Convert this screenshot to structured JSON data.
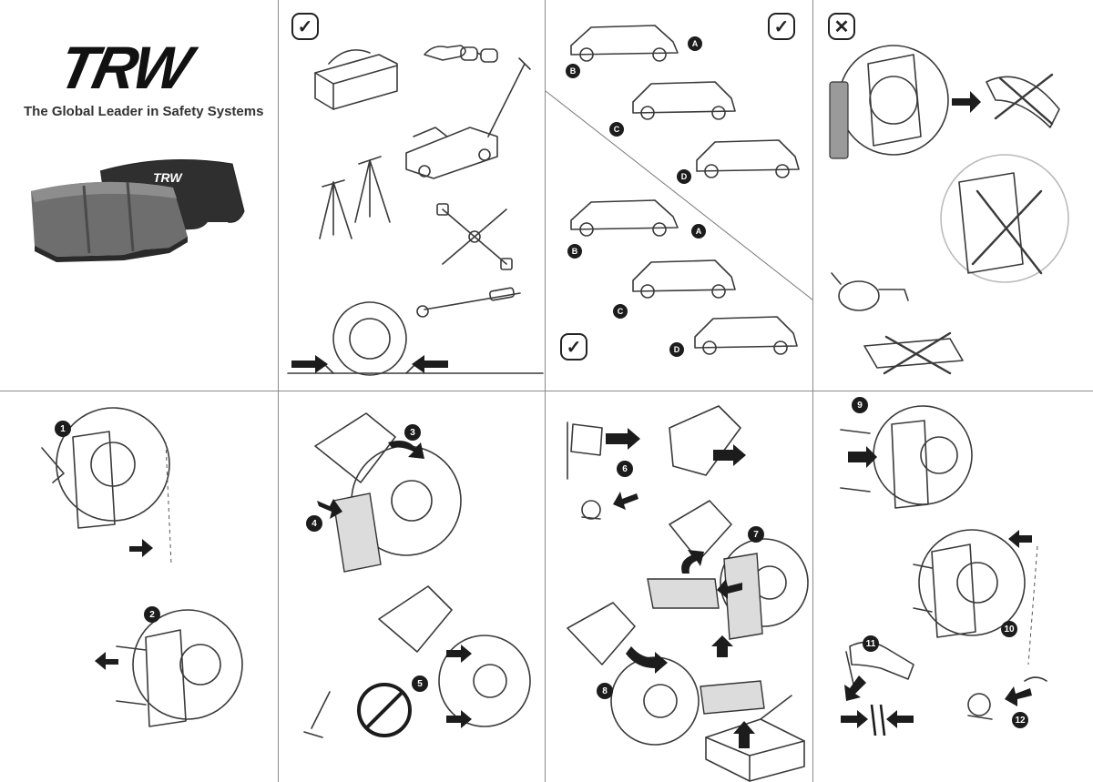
{
  "brand": {
    "logo": "TRW",
    "tagline": "The Global Leader in Safety Systems",
    "pad_logo": "TRW"
  },
  "badges": {
    "check": "✓",
    "cross": "✕"
  },
  "car_labels": [
    "A",
    "B",
    "C",
    "D"
  ],
  "steps": [
    "1",
    "2",
    "3",
    "4",
    "5",
    "6",
    "7",
    "8",
    "9",
    "10",
    "11",
    "12"
  ],
  "colors": {
    "line": "#3a3a3a",
    "ink": "#1c1c1c",
    "pad_gray": "#6e6e6e",
    "pad_dark": "#2f2f2f",
    "divider": "#8a8a8a"
  }
}
